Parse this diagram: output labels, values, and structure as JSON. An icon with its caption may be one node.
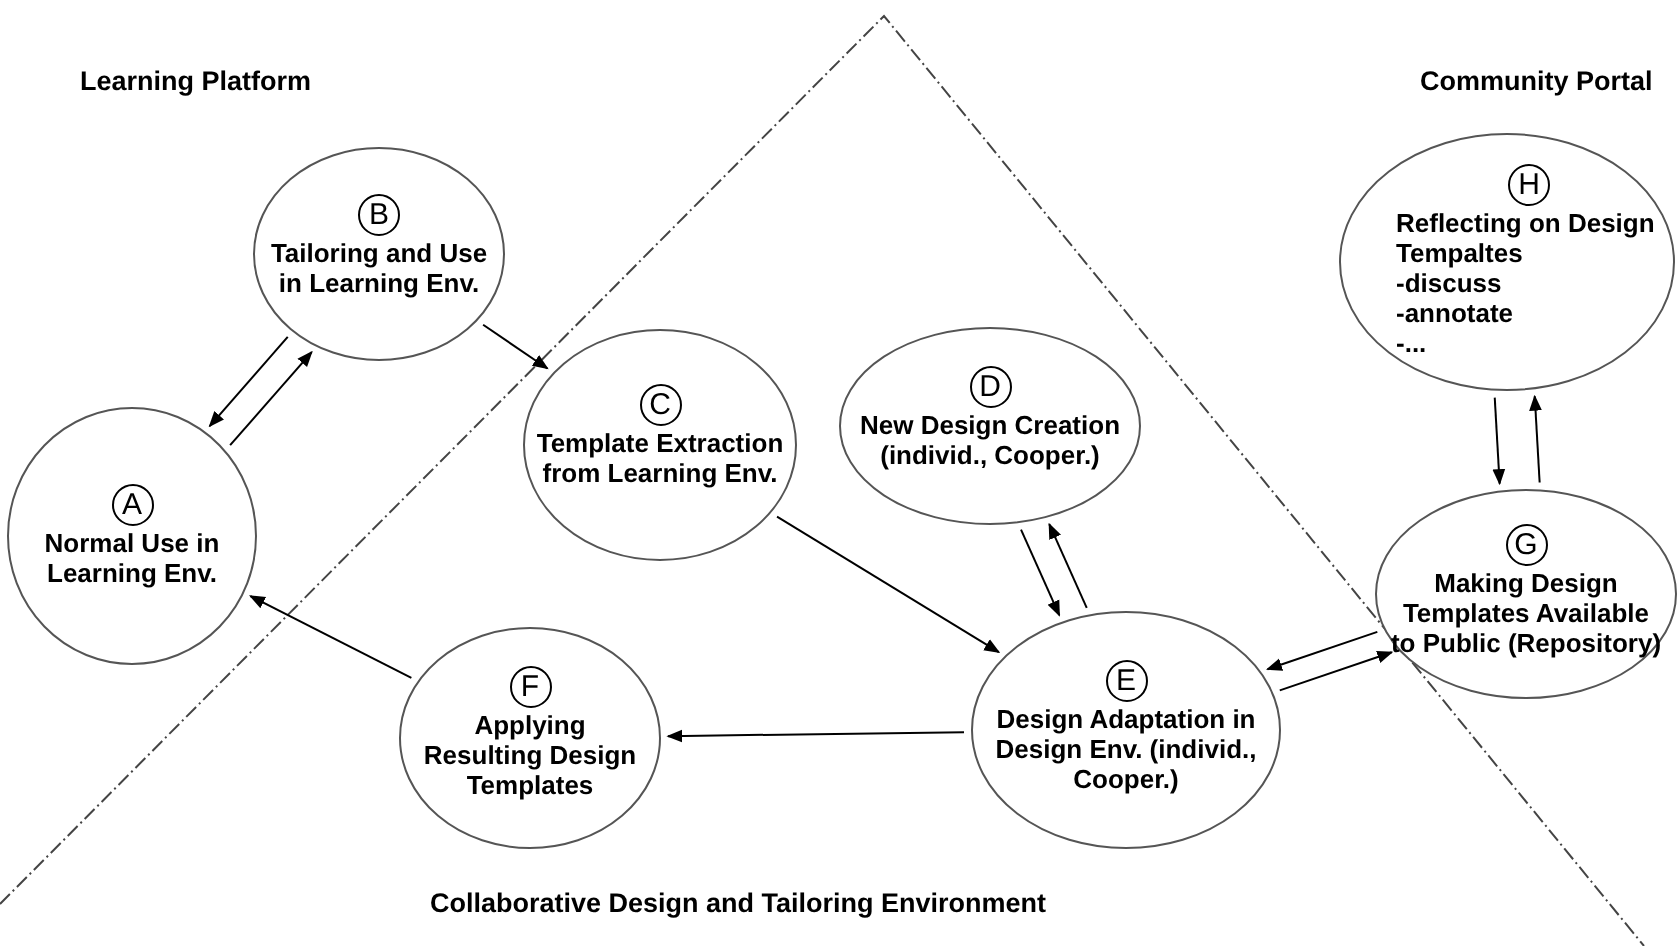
{
  "diagram": {
    "nodes": [
      {
        "text": [
          "A",
          "Normal Use in Learning Env."
        ]
      },
      {
        "text": [
          "B",
          "Tailoring and Use in Learning Env."
        ]
      },
      {
        "text": [
          "C",
          "Template Extraction from Learning Env."
        ]
      },
      {
        "text": [
          "D",
          "New Design Creation (individ., Cooper.)"
        ]
      },
      {
        "text": [
          "E",
          "Design Adaptation in Design Env. (individ., Cooper.)"
        ]
      },
      {
        "text": [
          "F",
          "Applying Resulting Design Templates"
        ]
      },
      {
        "text": [
          "G",
          "Making Design Templates Available to Public (Repository)"
        ]
      },
      {
        "text": [
          "H",
          "Reflecting on Design Tempaltes",
          "-discuss",
          "-annotate",
          "-..."
        ]
      }
    ],
    "edges": [
      {
        "from": 0,
        "to": 1,
        "arrow": "to"
      },
      {
        "from": 1,
        "to": 0,
        "arrow": "to"
      },
      {
        "from": 1,
        "to": 2,
        "arrow": "to"
      },
      {
        "from": 2,
        "to": 4,
        "arrow": "to"
      },
      {
        "from": 3,
        "to": 4,
        "arrow": "to"
      },
      {
        "from": 4,
        "to": 3,
        "arrow": "to"
      },
      {
        "from": 4,
        "to": 6,
        "arrow": "to"
      },
      {
        "from": 6,
        "to": 4,
        "arrow": "to"
      },
      {
        "from": 6,
        "to": 7,
        "arrow": "to"
      },
      {
        "from": 7,
        "to": 6,
        "arrow": "to"
      },
      {
        "from": 4,
        "to": 5,
        "arrow": "to"
      },
      {
        "from": 5,
        "to": 0,
        "arrow": "to"
      }
    ],
    "labels": [
      "Learning Platform",
      "Community Portal",
      "Collaborative Design and Tailoring Environment"
    ]
  }
}
